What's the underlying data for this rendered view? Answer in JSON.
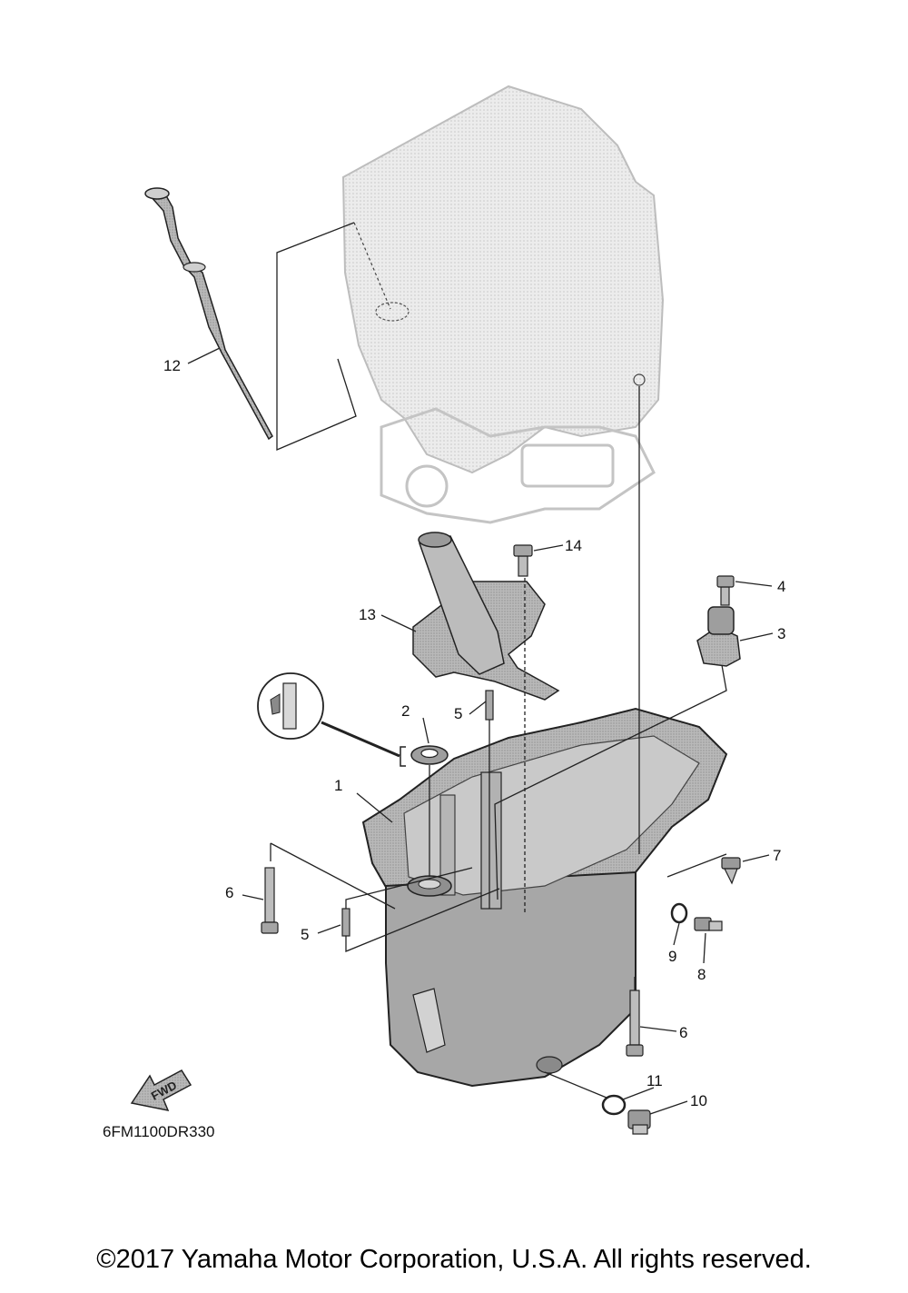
{
  "diagram": {
    "callouts": [
      {
        "id": "1",
        "label": "1"
      },
      {
        "id": "2",
        "label": "2"
      },
      {
        "id": "3",
        "label": "3"
      },
      {
        "id": "4",
        "label": "4"
      },
      {
        "id": "5a",
        "label": "5"
      },
      {
        "id": "5b",
        "label": "5"
      },
      {
        "id": "6a",
        "label": "6"
      },
      {
        "id": "6b",
        "label": "6"
      },
      {
        "id": "7",
        "label": "7"
      },
      {
        "id": "8",
        "label": "8"
      },
      {
        "id": "9",
        "label": "9"
      },
      {
        "id": "10",
        "label": "10"
      },
      {
        "id": "11",
        "label": "11"
      },
      {
        "id": "12",
        "label": "12"
      },
      {
        "id": "13",
        "label": "13"
      },
      {
        "id": "14",
        "label": "14"
      }
    ],
    "fwd_label": "FWD",
    "drawing_code": "6FM1100DR330"
  },
  "footer": {
    "copyright": "©2017 Yamaha Motor Corporation, U.S.A. All rights reserved."
  },
  "colors": {
    "ghost_part": "#e4e4e4",
    "part_fill": "#bdbdbd",
    "part_dark": "#8c8c8c",
    "line": "#222222"
  }
}
